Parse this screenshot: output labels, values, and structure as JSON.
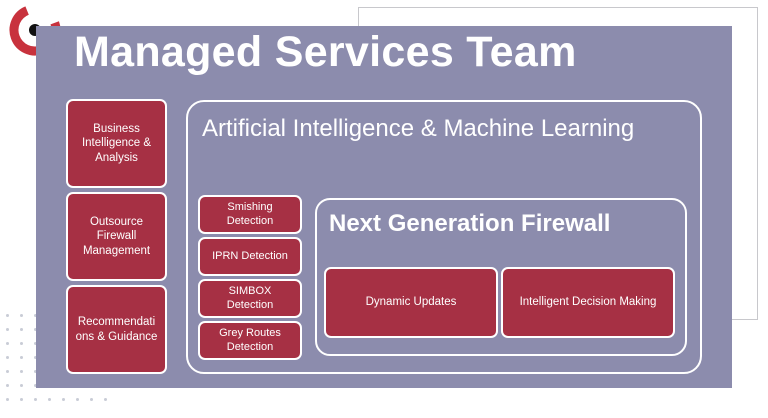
{
  "title": "Managed Services Team",
  "left_services": [
    "Business Intelligence & Analysis",
    "Outsource Firewall Management",
    "Recommendati ons & Guidance"
  ],
  "ai_ml": {
    "title": "Artificial Intelligence & Machine Learning",
    "detections": [
      "Smishing Detection",
      "IPRN Detection",
      "SIMBOX Detection",
      "Grey Routes Detection"
    ]
  },
  "ngf": {
    "title": "Next Generation Firewall",
    "features": [
      "Dynamic Updates",
      "Intelligent Decision Making"
    ]
  },
  "colors": {
    "panel": "#8c8cad",
    "box_red": "#a63044",
    "logo_red": "#c8323d",
    "logo_dark": "#111111"
  }
}
